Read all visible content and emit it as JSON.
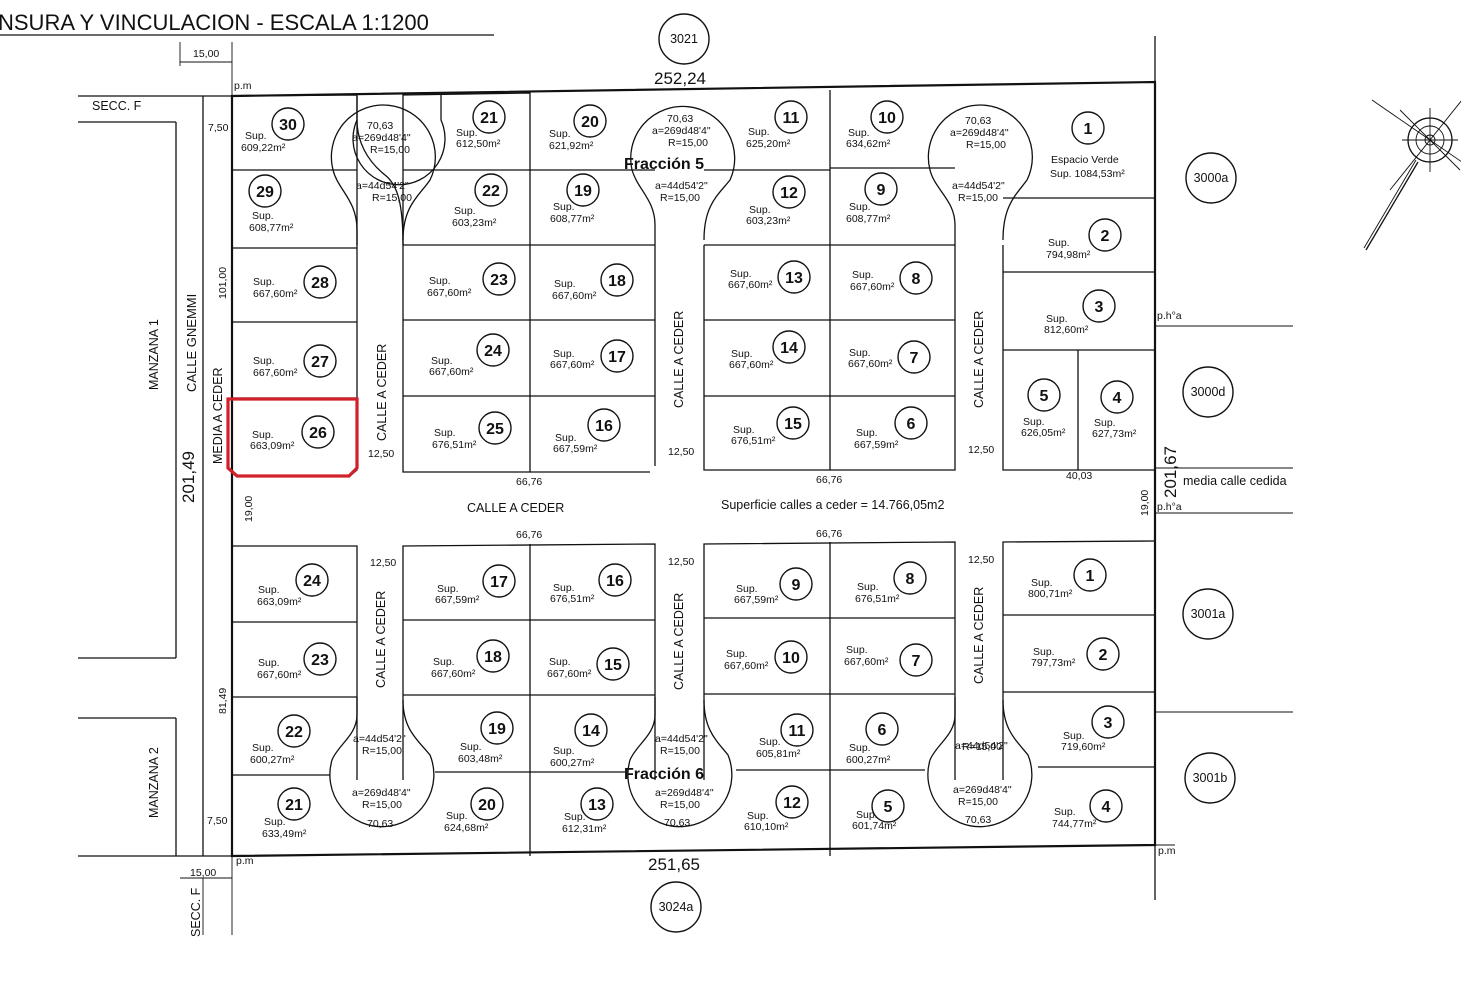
{
  "title": "NSURA Y VINCULACION - ESCALA 1:1200",
  "dimensions": {
    "top": "252,24",
    "bottom": "251,65",
    "left": "201,49",
    "right": "201,67",
    "street_left": "15,00",
    "street_left_b": "15,00",
    "sep_v": "19,00",
    "sep_v2": "19,00",
    "mid_left": "81,49",
    "left_101": "101,00",
    "left_750": "7,50",
    "left_750b": "7,50",
    "m_12_50a": "12,50",
    "m_12_50b": "12,50",
    "m_12_50c": "12,50",
    "m_12_50d": "12,50",
    "m_12_50e": "12,50",
    "m_12_50f": "12,50",
    "d6676a": "66,76",
    "d6676b": "66,76",
    "d6676c": "66,76",
    "d6676d": "66,76",
    "d4003": "40,03"
  },
  "labels": {
    "secc_f_top": "SECC. F",
    "secc_f_bottom": "SECC. F",
    "manzana1": "MANZANA 1",
    "manzana2": "MANZANA 2",
    "calle_gnemmi": "CALLE GNEMMI",
    "media_a_ceder": "MEDIA A CEDER",
    "calle_a_ceder_h": "CALLE A CEDER",
    "calle_v1": "CALLE A CEDER",
    "calle_v2": "CALLE A CEDER",
    "calle_v3": "CALLE A CEDER",
    "calle_v4": "CALLE A CEDER",
    "calle_v5": "CALLE A CEDER",
    "calle_v6": "CALLE A CEDER",
    "superficie_calles": "Superficie calles a ceder = 14.766,05m2",
    "media_calle_cedida": "media calle cedida",
    "fraccion5": "Fracción 5",
    "fraccion6": "Fracción 6",
    "pm_tl": "p.m",
    "pm_bl": "p.m",
    "pm_br": "p.m",
    "pha1": "p.h°a",
    "pha2": "p.h°a"
  },
  "neighbors": [
    "3021",
    "3000a",
    "3000d",
    "3001a",
    "3001b",
    "3024a"
  ],
  "curves": {
    "big_a": "a=269d48'4\"",
    "big_r": "R=15,00",
    "big_c": "70,63",
    "small_a": "a=44d54'2\"",
    "small_r": "R=15,00"
  },
  "lots_top": [
    {
      "n": "30",
      "s": "Sup.",
      "a": "609,22m²"
    },
    {
      "n": "29",
      "s": "Sup.",
      "a": "608,77m²"
    },
    {
      "n": "28",
      "s": "Sup.",
      "a": "667,60m²"
    },
    {
      "n": "27",
      "s": "Sup.",
      "a": "667,60m²"
    },
    {
      "n": "26",
      "s": "Sup.",
      "a": "663,09m²"
    },
    {
      "n": "21",
      "s": "Sup.",
      "a": "612,50m²"
    },
    {
      "n": "22",
      "s": "Sup.",
      "a": "603,23m²"
    },
    {
      "n": "23",
      "s": "Sup.",
      "a": "667,60m²"
    },
    {
      "n": "24",
      "s": "Sup.",
      "a": "667,60m²"
    },
    {
      "n": "25",
      "s": "Sup.",
      "a": "676,51m²"
    },
    {
      "n": "20",
      "s": "Sup.",
      "a": "621,92m²"
    },
    {
      "n": "19",
      "s": "Sup.",
      "a": "608,77m²"
    },
    {
      "n": "18",
      "s": "Sup.",
      "a": "667,60m²"
    },
    {
      "n": "17",
      "s": "Sup.",
      "a": "667,60m²"
    },
    {
      "n": "16",
      "s": "Sup.",
      "a": "667,59m²"
    },
    {
      "n": "11",
      "s": "Sup.",
      "a": "625,20m²"
    },
    {
      "n": "12",
      "s": "Sup.",
      "a": "603,23m²"
    },
    {
      "n": "13",
      "s": "Sup.",
      "a": "667,60m²"
    },
    {
      "n": "14",
      "s": "Sup.",
      "a": "667,60m²"
    },
    {
      "n": "15",
      "s": "Sup.",
      "a": "676,51m²"
    },
    {
      "n": "10",
      "s": "Sup.",
      "a": "634,62m²"
    },
    {
      "n": "9",
      "s": "Sup.",
      "a": "608,77m²"
    },
    {
      "n": "8",
      "s": "Sup.",
      "a": "667,60m²"
    },
    {
      "n": "7",
      "s": "Sup.",
      "a": "667,60m²"
    },
    {
      "n": "6",
      "s": "Sup.",
      "a": "667,59m²"
    },
    {
      "n": "1",
      "s": "Espacio Verde",
      "a": "Sup. 1084,53m²"
    },
    {
      "n": "2",
      "s": "Sup.",
      "a": "794,98m²"
    },
    {
      "n": "3",
      "s": "Sup.",
      "a": "812,60m²"
    },
    {
      "n": "5",
      "s": "Sup.",
      "a": "626,05m²"
    },
    {
      "n": "4",
      "s": "Sup.",
      "a": "627,73m²"
    }
  ],
  "lots_bottom": [
    {
      "n": "24",
      "s": "Sup.",
      "a": "663,09m²"
    },
    {
      "n": "23",
      "s": "Sup.",
      "a": "667,60m²"
    },
    {
      "n": "22",
      "s": "Sup.",
      "a": "600,27m²"
    },
    {
      "n": "21",
      "s": "Sup.",
      "a": "633,49m²"
    },
    {
      "n": "17",
      "s": "Sup.",
      "a": "667,59m²"
    },
    {
      "n": "18",
      "s": "Sup.",
      "a": "667,60m²"
    },
    {
      "n": "19",
      "s": "Sup.",
      "a": "603,48m²"
    },
    {
      "n": "20",
      "s": "Sup.",
      "a": "624,68m²"
    },
    {
      "n": "16",
      "s": "Sup.",
      "a": "676,51m²"
    },
    {
      "n": "15",
      "s": "Sup.",
      "a": "667,60m²"
    },
    {
      "n": "14",
      "s": "Sup.",
      "a": "600,27m²"
    },
    {
      "n": "13",
      "s": "Sup.",
      "a": "612,31m²"
    },
    {
      "n": "9",
      "s": "Sup.",
      "a": "667,59m²"
    },
    {
      "n": "10",
      "s": "Sup.",
      "a": "667,60m²"
    },
    {
      "n": "11",
      "s": "Sup.",
      "a": "605,81m²"
    },
    {
      "n": "12",
      "s": "Sup.",
      "a": "610,10m²"
    },
    {
      "n": "8",
      "s": "Sup.",
      "a": "676,51m²"
    },
    {
      "n": "7",
      "s": "Sup.",
      "a": "667,60m²"
    },
    {
      "n": "6",
      "s": "Sup.",
      "a": "600,27m²"
    },
    {
      "n": "5",
      "s": "Sup.",
      "a": "601,74m²"
    },
    {
      "n": "1",
      "s": "Sup.",
      "a": "800,71m²"
    },
    {
      "n": "2",
      "s": "Sup.",
      "a": "797,73m²"
    },
    {
      "n": "3",
      "s": "Sup.",
      "a": "719,60m²"
    },
    {
      "n": "4",
      "s": "Sup.",
      "a": "744,77m²"
    }
  ],
  "highlight_color": "#d0202a"
}
